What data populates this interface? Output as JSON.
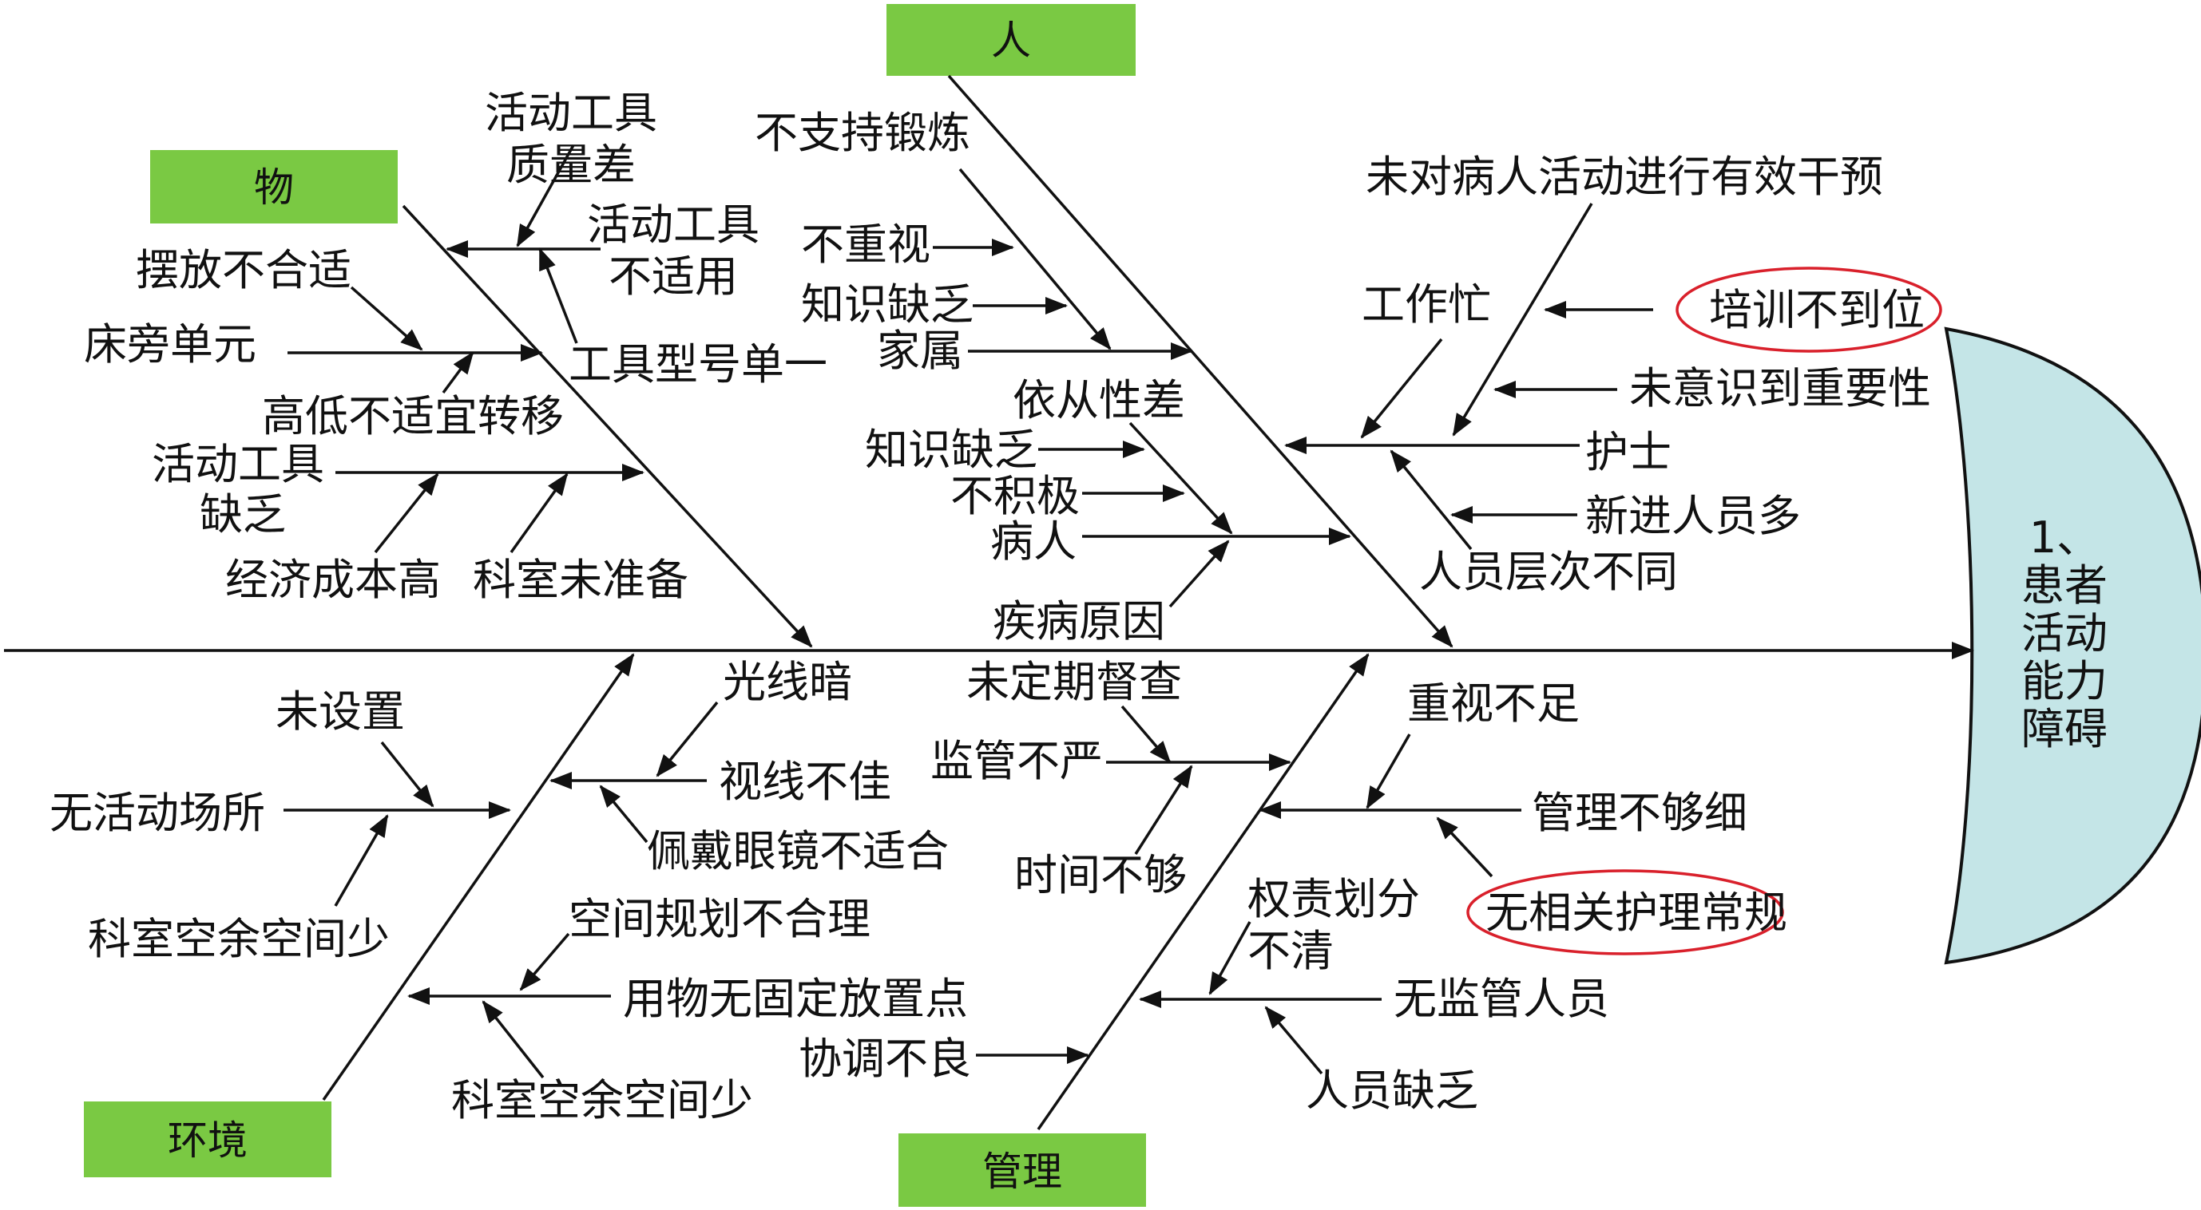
{
  "effect": {
    "lines": [
      "1、",
      "患者",
      "活动",
      "能力",
      "障碍"
    ],
    "fill": "#c4e5e7"
  },
  "category_fill": "#7ac943",
  "highlight_color": "#d9202b",
  "categories": {
    "people": "人",
    "material": "物",
    "environment": "环境",
    "management": "管理"
  },
  "material": {
    "tool_poor_quality": [
      "活动工具",
      "质量差"
    ],
    "tool_unsuitable": [
      "活动工具",
      "不适用"
    ],
    "tool_single_model": "工具型号单一",
    "placement_improper": "摆放不合适",
    "bedside_unit": "床旁单元",
    "height_unsuitable": "高低不适宜转移",
    "tool_lacking": [
      "活动工具",
      "缺乏"
    ],
    "high_cost": "经济成本高",
    "dept_unprepared": "科室未准备"
  },
  "people": {
    "no_exercise_support": "不支持锻炼",
    "not_valued": "不重视",
    "family_lack_knowledge": "知识缺乏",
    "family": "家属",
    "poor_compliance": "依从性差",
    "patient_lack_knowledge": "知识缺乏",
    "not_active": "不积极",
    "patient": "病人",
    "disease": "疾病原因",
    "no_intervention": "未对病人活动进行有效干预",
    "busy": "工作忙",
    "training_lacking": "培训不到位",
    "not_aware": "未意识到重要性",
    "nurse": "护士",
    "many_new_staff": "新进人员多",
    "staff_levels": "人员层次不同"
  },
  "environment": {
    "dim_light": "光线暗",
    "poor_vision": "视线不佳",
    "glasses_unsuitable": "佩戴眼镜不适合",
    "not_set": "未设置",
    "no_activity_space": "无活动场所",
    "little_space_1": "科室空余空间少",
    "space_planning": "空间规划不合理",
    "no_fixed_place": "用物无固定放置点",
    "little_space_2": "科室空余空间少"
  },
  "management": {
    "no_regular_supervision": "未定期督查",
    "lax_supervision": "监管不严",
    "not_enough_time": "时间不够",
    "insufficient_attention": "重视不足",
    "not_detailed": "管理不够细",
    "no_nursing_routine": "无相关护理常规",
    "unclear_responsibility": [
      "权责划分",
      "不清"
    ],
    "no_supervisor": "无监管人员",
    "poor_coordination": "协调不良",
    "staff_shortage": "人员缺乏"
  }
}
